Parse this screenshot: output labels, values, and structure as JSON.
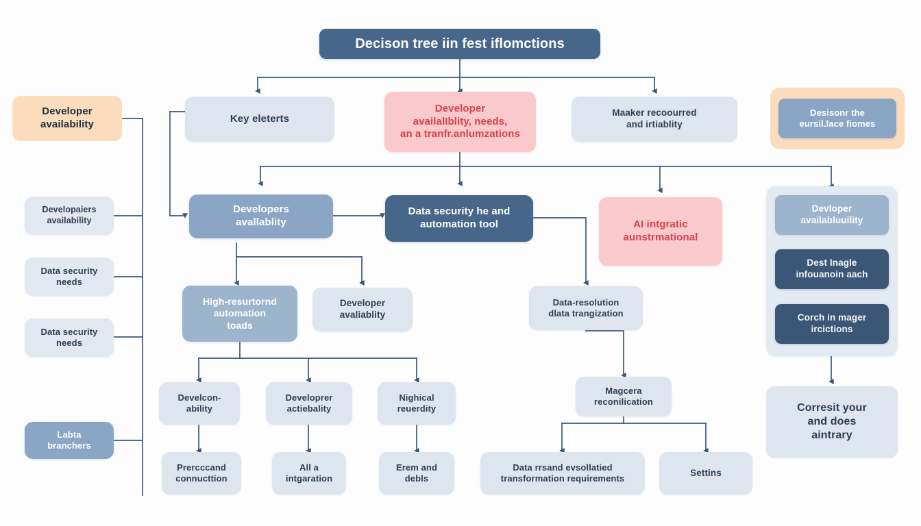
{
  "diagram": {
    "title": "Decison tree iin fest iflomctions",
    "background": "#fdfdfe",
    "edge_color": "#3d5676",
    "palette": {
      "title_fill": "#46668a",
      "navy": "#3c5676",
      "steel": "#8aa6c4",
      "mid_blue": "#9db4cd",
      "light_blue": "#dfe5ee",
      "pale_blue": "#e3e8f0",
      "pink": "#fac9cc",
      "pink_text": "#d8404a",
      "peach": "#fbdcbc",
      "container": "#e4eaf2"
    },
    "nodes": {
      "root": "Decison tree iin fest iflomctions",
      "row1": {
        "left_orange": "Developer\navailability",
        "key_elements": "Key eleterts",
        "pink_center": "Developer\navailalIblity, needs,\nan a tranfr.anlumzations",
        "market": "Maaker recoourred\nand irtiablity",
        "right_inner": "Desisonr the\neursil.lace fiomes"
      },
      "left_column": [
        "Developaiers\navailability",
        "Data security\nneeds",
        "Data security\nneeds",
        "Labta\nbranchers"
      ],
      "row2": {
        "developers_availability": "Developers\navallablity",
        "data_security_tool": "Data security he and\nautomation tool",
        "ai_pink": "AI intgratic\naunstrmational"
      },
      "right_stack": [
        "Devloper\navailabluuility",
        "Dest Inagle\ninfouanoin aach",
        "Corch in mager\nircictions"
      ],
      "right_bottom": "Corresit your\nand does\naintrary",
      "row3": {
        "high_res": "High-resurtornd\nautomation\ntoads",
        "developer_avail": "Developer\navaliablity",
        "data_resolution": "Data-resolution\ndlata trangization"
      },
      "row4": {
        "a": "Develcon-\nability",
        "b": "Developrer\nactiebality",
        "c": "Nighical\nreuerdity",
        "magcera": "Magcera\nreconilication"
      },
      "row5": {
        "a": "Prercccand\nconnucttion",
        "b": "All a\nintgaration",
        "c": "Erem and\ndebls",
        "data_transform": "Data rrsand evsollatied\ntransformation requirements",
        "settings": "Settins"
      }
    }
  }
}
